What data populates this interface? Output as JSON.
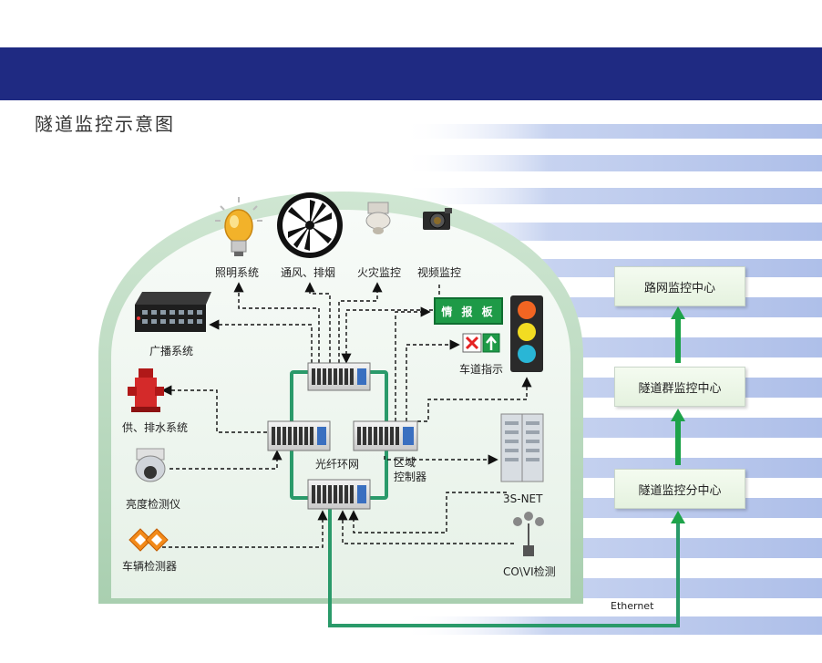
{
  "title": "隧道监控示意图",
  "colors": {
    "header": "#1f2a82",
    "fiber": "#2a9a6a",
    "arrow": "#1ea34a",
    "stripe": "#b9c8ee"
  },
  "devices": {
    "lighting": "照明系统",
    "ventilation": "通风、排烟",
    "fire": "火灾监控",
    "video": "视频监控",
    "broadcast": "广播系统",
    "water": "供、排水系统",
    "brightness": "亮度检测仪",
    "vehicle": "车辆检测器",
    "lane": "车道指示",
    "net": "3S-NET",
    "covi": "CO\\VI检测"
  },
  "info_board": "情 报 板",
  "fiber_ring": "光纤环网",
  "regional_controller": [
    "区域",
    "控制器"
  ],
  "centers": {
    "top": "路网监控中心",
    "middle": "隧道群监控中心",
    "bottom": "隧道监控分中心"
  },
  "ethernet": "Ethernet"
}
